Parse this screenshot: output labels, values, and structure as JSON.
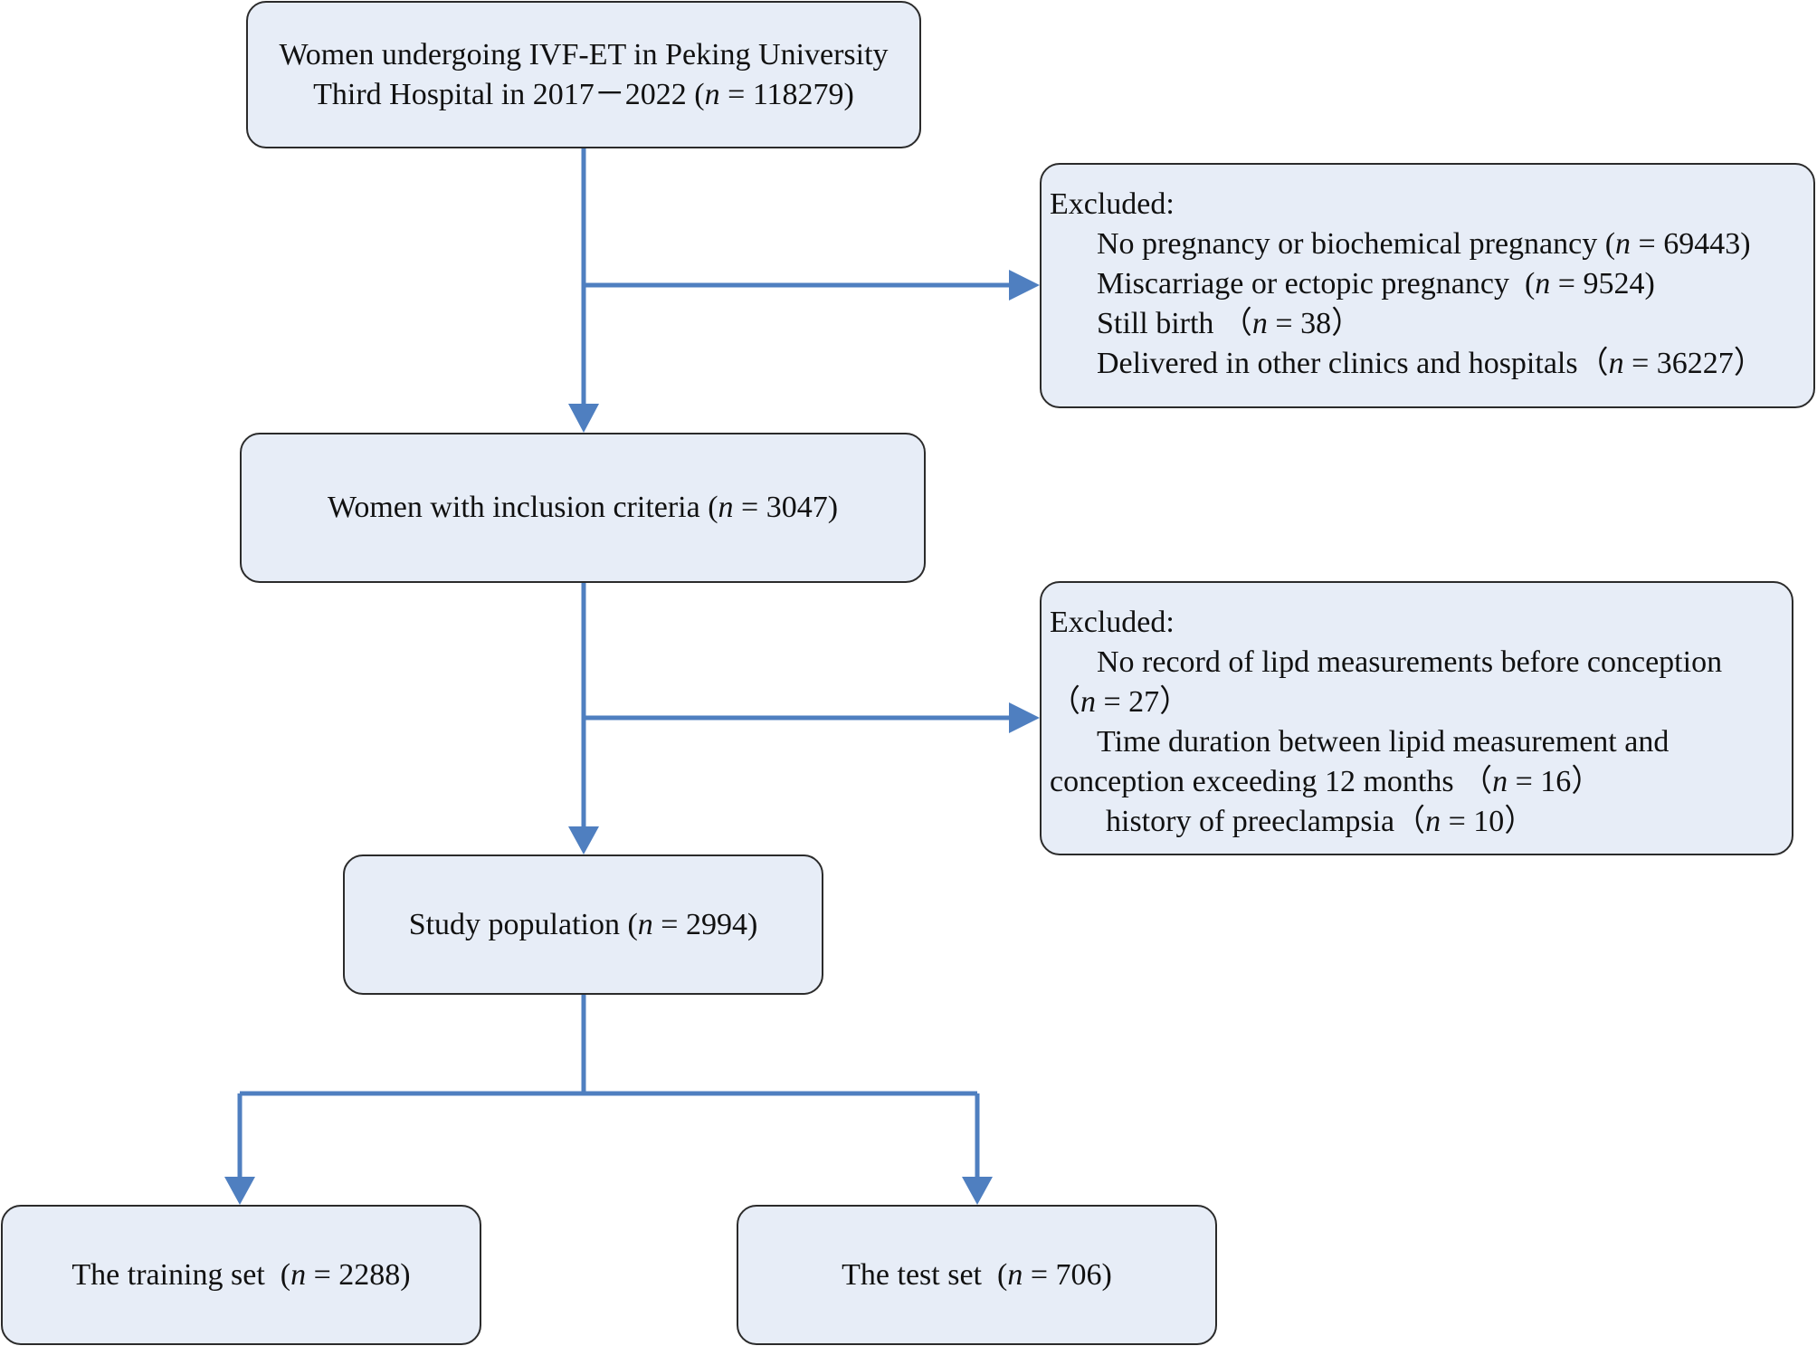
{
  "boxes": {
    "top": {
      "lines": [
        "Women undergoing IVF-ET in Peking University",
        "Third Hospital in 2017－2022 (n = 118279)"
      ]
    },
    "exclusion1": {
      "title": "Excluded:",
      "items": [
        "No pregnancy or biochemical pregnancy (n = 69443)",
        "Miscarriage or ectopic pregnancy  (n = 9524)",
        "Still birth （n = 38）",
        "Delivered in other clinics and hospitals（n = 36227）"
      ]
    },
    "inclusion": {
      "text": "Women with inclusion criteria (n = 3047)"
    },
    "exclusion2": {
      "title": "Excluded:",
      "items": [
        "No record of lipd measurements before conception",
        "（n = 27）",
        "Time duration between lipid measurement and",
        "conception exceeding 12 months （n = 16）",
        "history of preeclampsia（n = 10）"
      ]
    },
    "study": {
      "text": "Study population (n = 2994)"
    },
    "training": {
      "text": "The training set  (n = 2288)"
    },
    "test": {
      "text": "The test set  (n = 706)"
    }
  },
  "colors": {
    "box_fill": "#e7edf7",
    "box_border": "#2b2b2b",
    "arrow": "#4f7fc0"
  }
}
